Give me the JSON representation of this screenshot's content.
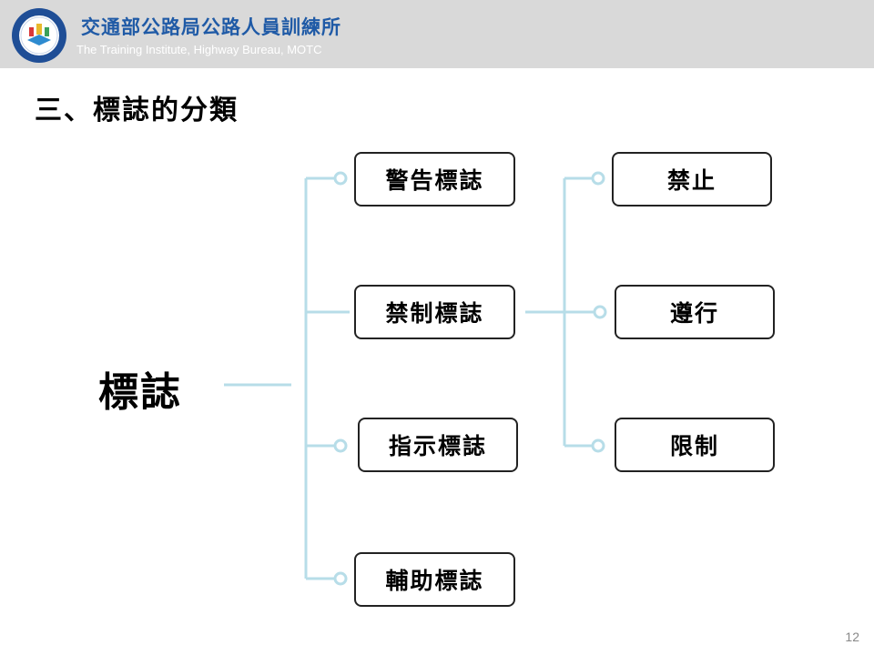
{
  "header": {
    "org_name_zh": "交通部公路局公路人員訓練所",
    "org_name_en": "The Training Institute, Highway Bureau, MOTC"
  },
  "title": "三、標誌的分類",
  "diagram": {
    "root": "標誌",
    "categories": [
      "警告標誌",
      "禁制標誌",
      "指示標誌",
      "輔助標誌"
    ],
    "subcategories_parent": "禁制標誌",
    "subcategories": [
      "禁止",
      "遵行",
      "限制"
    ]
  },
  "colors": {
    "connector": "#b7dde8",
    "header_bg": "#d9d9d9",
    "org_name": "#1f5aa6"
  },
  "page_number": "12"
}
